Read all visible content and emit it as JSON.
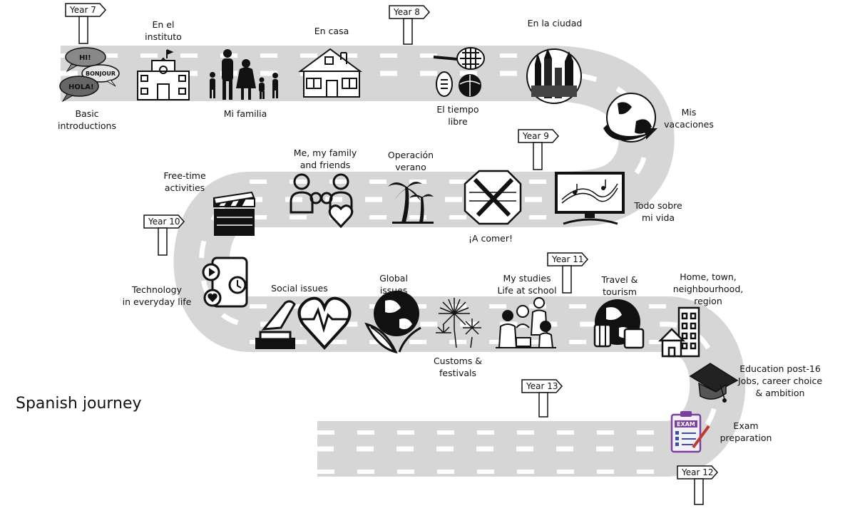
{
  "title": "Spanish journey",
  "year_signs": [
    "Year 7",
    "Year 8",
    "Year 9",
    "Year 10",
    "Year 11",
    "Year 12",
    "Year 13"
  ],
  "topics": {
    "basic_introductions": "Basic\nintroductions",
    "en_el_instituto": "En el\ninstituto",
    "mi_familia": "Mi familia",
    "en_casa": "En casa",
    "el_tiempo_libre": "El tiempo\nlibre",
    "en_la_ciudad": "En la ciudad",
    "mis_vacaciones": "Mis\nvacaciones",
    "todo_sobre_mi_vida": "Todo sobre\nmi vida",
    "a_comer": "¡A comer!",
    "operacion_verano": "Operación\nverano",
    "me_my_family_and_friends": "Me, my family\nand friends",
    "free_time_activities": "Free-time\nactivities",
    "technology_in_everyday_life": "Technology\nin everyday life",
    "social_issues": "Social issues",
    "global_issues": "Global\nissues",
    "customs_festivals": "Customs &\nfestivals",
    "my_studies_life_at_school": "My studies\nLife at school",
    "travel_tourism": "Travel &\ntourism",
    "home_town_neighbourhood_region": "Home, town,\nneighbourhood,\nregion",
    "education_post16": "Education post-16\nJobs, career choice\n& ambition",
    "exam_preparation": "Exam\npreparation"
  },
  "greetings": [
    "HI!",
    "BONJOUR",
    "HOLA!"
  ],
  "icons": [
    "speech-bubbles-icon",
    "school-icon",
    "family-icon",
    "house-icon",
    "sports-icon",
    "city-icon",
    "globe-arrow-icon",
    "monitor-music-icon",
    "cutlery-icon",
    "palm-tree-icon",
    "family-heart-icon",
    "clapperboard-icon",
    "tech-phone-icon",
    "vote-heart-icon",
    "globe-leaf-icon",
    "fireworks-icon",
    "students-icon",
    "travel-globe-icon",
    "buildings-icon",
    "graduation-cap-icon",
    "exam-clipboard-icon"
  ],
  "exam_icon_text": "EXAM",
  "colors": {
    "road": "#d6d6d6",
    "dash": "#ffffff",
    "ink": "#111111",
    "exam_accent": "#7b3fa0"
  }
}
